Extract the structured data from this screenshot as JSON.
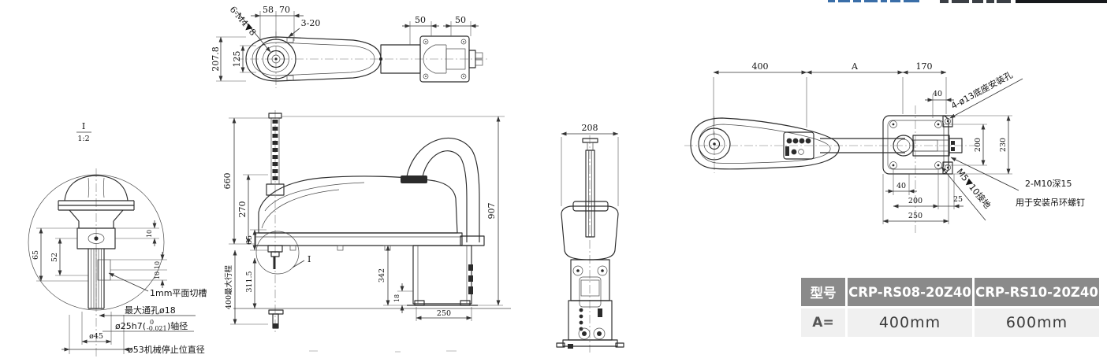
{
  "views": {
    "top": {
      "dims": {
        "d58": "58",
        "d70": "70",
        "d3_20": "3-20",
        "d50a": "50",
        "d50b": "50",
        "d207_8": "207.8",
        "d125": "125"
      },
      "notes": {
        "tap": "6-M4▼8"
      }
    },
    "detail": {
      "id": "I",
      "scale": "1:2",
      "dims": {
        "d65": "65",
        "d52": "52",
        "d10a": "10",
        "d10b": "10",
        "d10c": "10",
        "dia45": "ø45"
      },
      "notes": {
        "groove": "1mm平面切槽",
        "through": "最大通孔ø18",
        "shaft_prefix": "ø25h7(",
        "tol_top": "0",
        "tol_bottom": "-0.021",
        "shaft_suffix": ")轴径",
        "stop": "ø53机械停止位直径"
      }
    },
    "side": {
      "dims": {
        "d660": "660",
        "d270": "270",
        "d65": "65",
        "stroke": "400最大行程",
        "d311_5": "311.5",
        "d342": "342",
        "d18": "18",
        "d250": "250",
        "d907": "907"
      },
      "detail_ref": "I"
    },
    "front": {
      "dims": {
        "d208": "208"
      }
    },
    "plan": {
      "dims": {
        "d400": "400",
        "dA": "A",
        "d170": "170",
        "d40a": "40",
        "d200v": "200",
        "d230": "230",
        "d40b": "40",
        "d200h": "200",
        "d25": "25",
        "d250": "250"
      },
      "notes": {
        "mount": "4-ø13底座安装孔",
        "ground": "M5▼10接地",
        "eyebolt_line1": "2-M10深15",
        "eyebolt_line2": "用于安装吊环螺钉"
      }
    }
  },
  "table": {
    "headers": [
      "型号",
      "CRP-RS08-20Z40",
      "CRP-RS10-20Z40"
    ],
    "row_label": "A=",
    "row_values": [
      "400mm",
      "600mm"
    ]
  },
  "colors": {
    "table_header_bg": "#8a8a8a",
    "table_row_bg": "#f0f0f0",
    "line": "#2b2b2b",
    "remnant_blue": "#3a6ea8",
    "remnant_black": "#17191c"
  }
}
